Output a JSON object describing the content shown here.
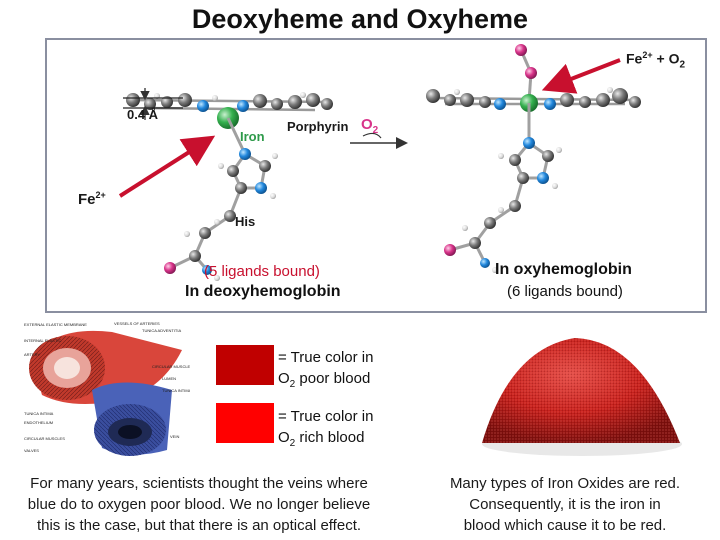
{
  "title": "Deoxyheme and Oxyheme",
  "colors": {
    "deoxy_swatch": "#c00000",
    "oxy_swatch": "#ff0000",
    "heme_arrow": "#c8102e",
    "iron_atom": "#2e9a4a",
    "oxygen_atom": "#d8348a",
    "nitrogen_atom": "#2288dd",
    "carbon_atom": "#6b6b6b",
    "panel_border": "#8a8fa0"
  },
  "deoxy": {
    "label_offset": "0.4 Å",
    "label_iron": "Iron",
    "label_porphyrin": "Porphyrin",
    "label_o2": "O",
    "label_o2_sub": "2",
    "label_his": "His",
    "label_fe": "Fe",
    "label_fe_sup": "2+",
    "ligands": "(5 ligands bound)",
    "caption": "In deoxyhemoglobin"
  },
  "oxy": {
    "label_fe": "Fe",
    "label_fe_sup": "2+",
    "label_plus_o": "+ O",
    "label_o_sub": "2",
    "caption": "In oxyhemoglobin",
    "ligands": "(6 ligands bound)"
  },
  "vessels": {
    "labels": [
      "EXTERNAL ELASTIC MEMBRANE",
      "VESSELS OF ARTERIES",
      "TUNICA ADVENTITIA",
      "INTERNAL ELASTIC MEMBRANE",
      "ARTERY",
      "CIRCULAR MUSCLES",
      "LUMEN",
      "TUNICA INTIMA",
      "TUNICA INTIMA",
      "ENDOTHELIUM",
      "CIRCULAR MUSCLES",
      "VEIN",
      "VALVES"
    ]
  },
  "legend": {
    "deoxy_line1": "= True color in",
    "deoxy_line2_o": "O",
    "deoxy_line2_sub": "2",
    "deoxy_line2_rest": " poor  blood",
    "oxy_line1": "= True color in",
    "oxy_line2_o": "O",
    "oxy_line2_sub": "2",
    "oxy_line2_rest": " rich  blood"
  },
  "para_left": {
    "line1": "For many years, scientists thought the veins where",
    "line2": "blue do to oxygen poor blood.  We no longer believe",
    "line3": "this is the case, but that there is an optical effect."
  },
  "para_right": {
    "line1": "Many types of Iron Oxides are red.",
    "line2": "Consequently, it is the iron in",
    "line3": "blood which cause it to be red."
  }
}
